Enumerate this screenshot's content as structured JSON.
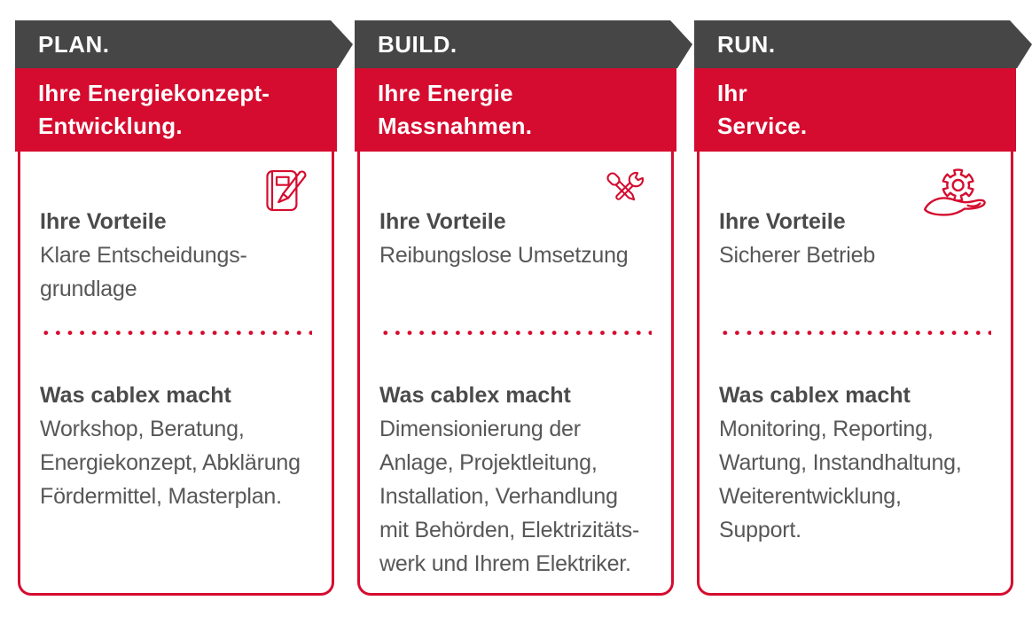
{
  "brand": {
    "red": "#d50c2f",
    "charcoal": "#464646",
    "heading_gray": "#4a4a4a",
    "body_gray": "#575757"
  },
  "cards": [
    {
      "step": "PLAN.",
      "title": "Ihre Energiekonzept-\nEntwicklung.",
      "icon": "notebook-pencil-icon",
      "benefits_heading": "Ihre Vorteile",
      "benefits": "Klare Entscheidungs-\ngrundlage",
      "what_heading": "Was cablex macht",
      "what": "Workshop, Beratung,\nEnergiekonzept, Abklärung\nFördermittel, Masterplan."
    },
    {
      "step": "BUILD.",
      "title": "Ihre Energie\nMassnahmen.",
      "icon": "tools-icon",
      "benefits_heading": "Ihre Vorteile",
      "benefits": "Reibungslose Umsetzung",
      "what_heading": "Was cablex macht",
      "what": "Dimensionierung der\nAnlage, Projektleitung,\nInstallation, Verhandlung\nmit Behörden, Elektrizitäts-\nwerk und Ihrem Elektriker."
    },
    {
      "step": "RUN.",
      "title": "Ihr\nService.",
      "icon": "gear-hand-icon",
      "benefits_heading": "Ihre Vorteile",
      "benefits": "Sicherer Betrieb",
      "what_heading": "Was cablex macht",
      "what": "Monitoring, Reporting,\nWartung, Instandhaltung,\nWeiterentwicklung,\nSupport."
    }
  ]
}
